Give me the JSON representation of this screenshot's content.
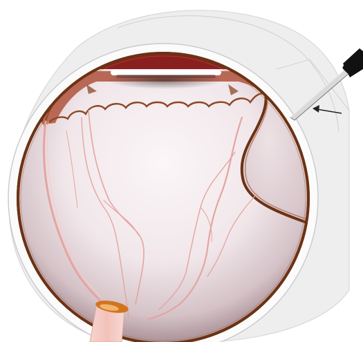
{
  "diagram": {
    "components": [
      "eye-globe",
      "sclera-wall",
      "retina-layer",
      "vitreous-body",
      "blood-vessels",
      "anterior-lens-region",
      "optic-nerve",
      "detached-retina",
      "injection-needle",
      "arrow"
    ]
  },
  "colors": {
    "outer_globe": "#eeedee",
    "sclera_wall": "#fbfbfb",
    "retina_line": "#6b3214",
    "vitreous_light": "#f8f1f3",
    "vitreous_dark": "#a38c92",
    "vessel": "#e5a4a0",
    "anterior_dark": "#8a1f1f",
    "anterior_mid": "#b96856",
    "anterior_edge": "#8d4724",
    "optic_nerve": "#f4cac3",
    "nerve_tip": "#d2741f",
    "needle_handle": "#111111",
    "needle_body": "#d9d9d9"
  }
}
